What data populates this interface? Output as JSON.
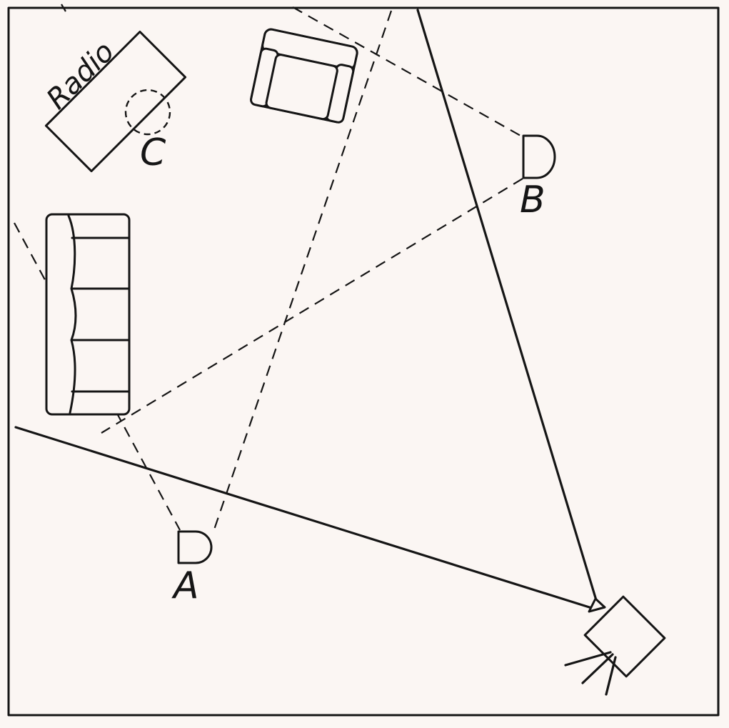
{
  "diagram": {
    "labels": {
      "light_a": "A",
      "light_b": "B",
      "light_c": "C",
      "radio": "Radio"
    },
    "colors": {
      "ink": "#151515",
      "paper": "#fbf6f3"
    },
    "icons": {
      "camera": "movie-camera-icon",
      "lamp": "lamp-icon",
      "sofa": "sofa-icon",
      "armchair": "armchair-icon"
    }
  }
}
